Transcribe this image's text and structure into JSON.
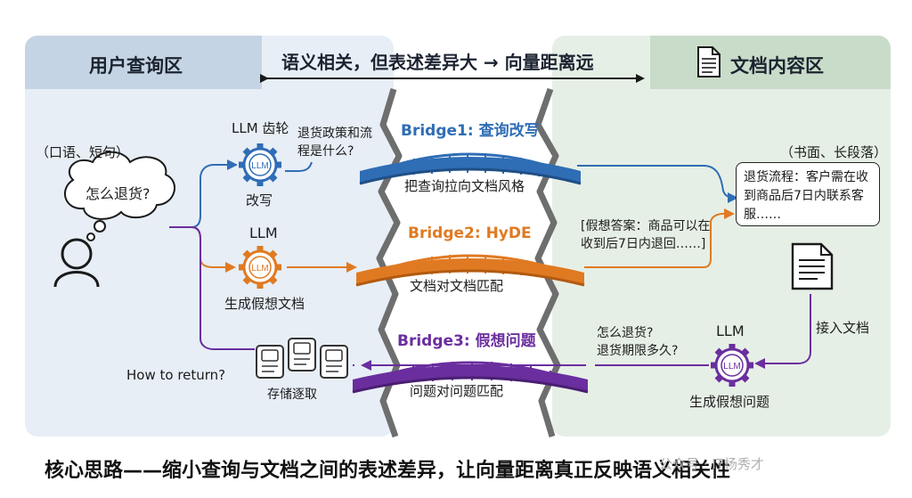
{
  "headers": {
    "left": "用户查询区",
    "center": "语义相关，但表述差异大 → 向量距离远",
    "right": "文档内容区"
  },
  "left": {
    "note": "（口语、短句）",
    "thought": "怎么退货?",
    "return_text": "How to return?"
  },
  "bridge1": {
    "gear_label_top": "LLM 齿轮",
    "gear_label_bottom": "改写",
    "query": "退货政策和流程是什么?",
    "title": "Bridge1: 查询改写",
    "subtitle": "把查询拉向文档风格",
    "color": "#2f6db5"
  },
  "bridge2": {
    "gear_label_top": "LLM",
    "gear_label_bottom": "生成假想文档",
    "answer": "[假想答案：商品可以在收到后7日内退回……]",
    "title": "Bridge2: HyDE",
    "subtitle": "文档对文档匹配",
    "color": "#e07a22"
  },
  "bridge3": {
    "gear_label_top": "LLM",
    "gear_label_bottom": "生成假想问题",
    "questions": "怎么退货?\n退货期限多久?",
    "title": "Bridge3: 假想问题",
    "subtitle": "问题对问题匹配",
    "storage_label": "存储逐取",
    "color": "#6a2e9e"
  },
  "right": {
    "note": "（书面、长段落）",
    "doc_text": "退货流程：客户需在收到商品后7日内联系客服……",
    "ingest_label": "接入文档"
  },
  "gear_inner_text": "LLM",
  "footer": "核心思路——缩小查询与文档之间的表述差异，让向量距离真正反映语义相关性",
  "watermark": "公众号 · IT杨秀才"
}
